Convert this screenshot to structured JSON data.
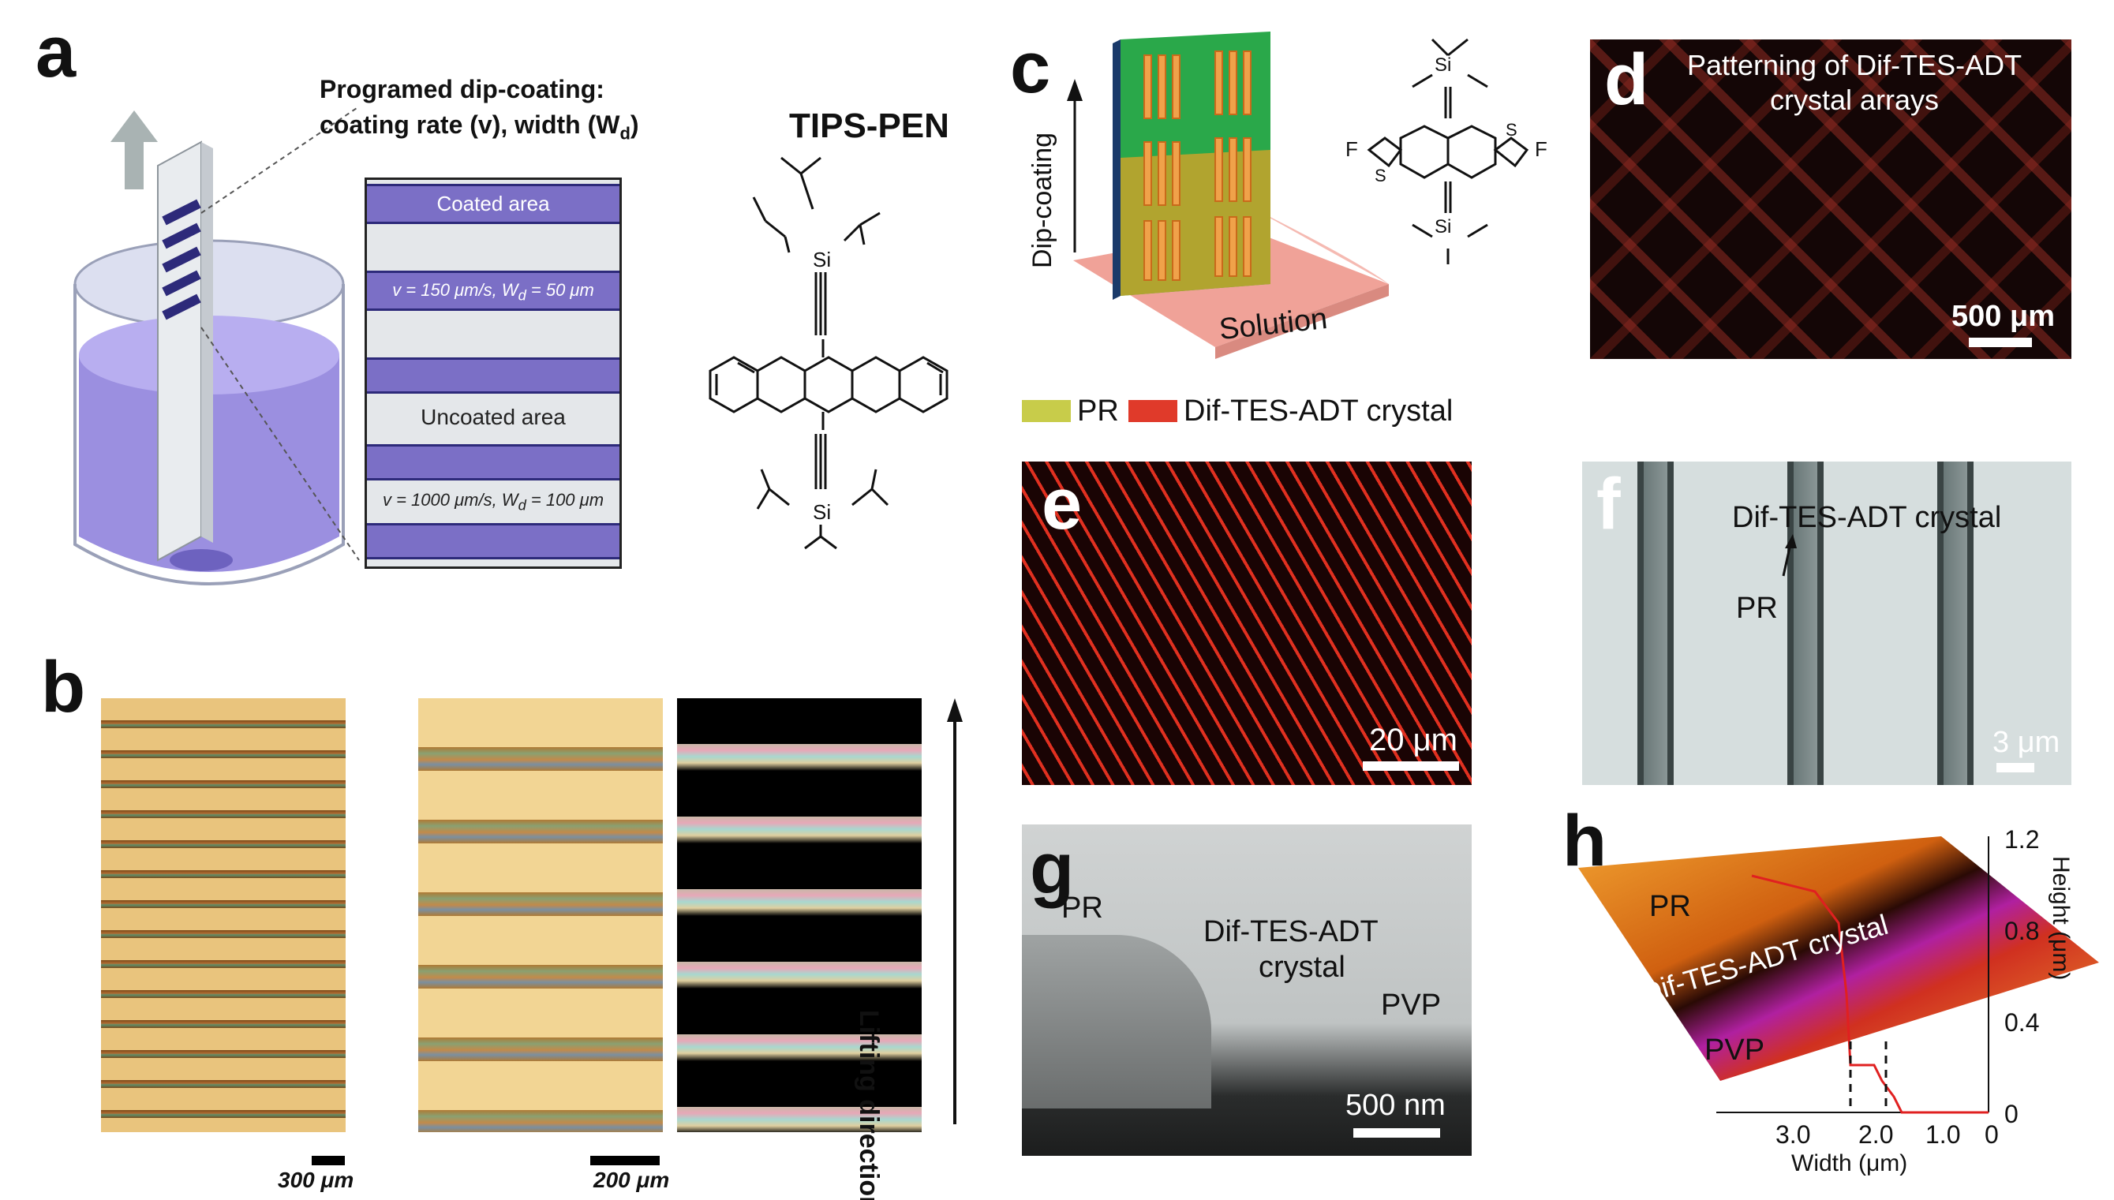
{
  "panels": {
    "a": {
      "letter": "a",
      "heading_line1": "Programed dip-coating:",
      "heading_line2": "coating rate (v), width (W",
      "heading_sub": "d",
      "heading_close": ")",
      "coated_area": "Coated area",
      "uncoated_area": "Uncoated area",
      "cond1": "v = 150 μm/s, W",
      "cond1_sub": "d",
      "cond1_tail": " = 50 μm",
      "cond2": "v = 1000 μm/s, W",
      "cond2_sub": "d",
      "cond2_tail": " = 100 μm",
      "molecule": "TIPS-PEN",
      "si": "Si",
      "colors": {
        "stripe": "#7b6fc6",
        "bath": "#9b8fe0"
      }
    },
    "b": {
      "letter": "b",
      "scale1": "300 μm",
      "scale2": "200 μm",
      "direction": "Lifting direction"
    },
    "c": {
      "letter": "c",
      "axis": "Dip-coating",
      "solution": "Solution",
      "legend_pr": "PR",
      "legend_crystal": "Dif-TES-ADT crystal",
      "si": "Si",
      "f": "F",
      "s": "S",
      "colors": {
        "pr": "#c8cc4a",
        "crystal": "#e03a2a",
        "substrate": "#2aa84a"
      }
    },
    "d": {
      "letter": "d",
      "title_line1": "Patterning of Dif-TES-ADT",
      "title_line2": "crystal arrays",
      "scale": "500 μm"
    },
    "e": {
      "letter": "e",
      "scale": "20 μm"
    },
    "f": {
      "letter": "f",
      "crystal_label": "Dif-TES-ADT crystal",
      "pr_label": "PR",
      "scale": "3 μm"
    },
    "g": {
      "letter": "g",
      "pr": "PR",
      "crystal_line1": "Dif-TES-ADT",
      "crystal_line2": "crystal",
      "pvp": "PVP",
      "scale": "500 nm"
    },
    "h": {
      "letter": "h",
      "pr": "PR",
      "crystal": "Dif-TES-ADT crystal",
      "pvp": "PVP",
      "ylabel": "Height (μm)",
      "xlabel": "Width (μm)",
      "yticks": [
        "1.2",
        "0.8",
        "0.4",
        "0"
      ],
      "xticks": [
        "3.0",
        "2.0",
        "1.0",
        "0"
      ]
    }
  }
}
